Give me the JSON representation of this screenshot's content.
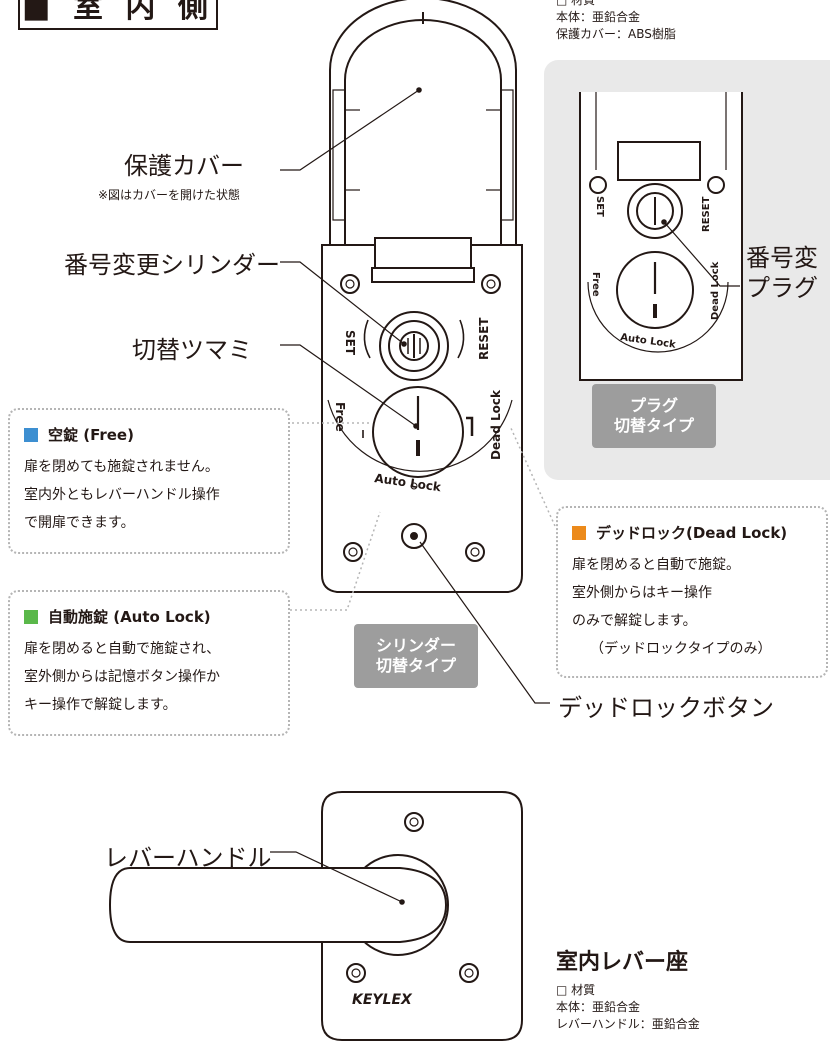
{
  "section_title": "■ 室 内 側",
  "top_material": {
    "lines": [
      "□ 材質",
      "本体：亜鉛合金",
      "保護カバー：ABS樹脂"
    ]
  },
  "labels": {
    "cover": "保護カバー",
    "cover_note": "※図はカバーを開けた状態",
    "cylinder": "番号変更シリンダー",
    "knob": "切替ツマミ",
    "deadlock_button": "デッドロックボタン",
    "lever_handle": "レバーハンドル",
    "plug_cut": "番号変",
    "plug_cut2": "プラグ"
  },
  "lock_marks": {
    "set": "SET",
    "reset": "RESET",
    "free": "Free",
    "auto_lock": "Auto Lock",
    "dead_lock": "Dead Lock",
    "logo": "KEYLEX"
  },
  "tags": {
    "plug": [
      "プラグ",
      "切替タイプ"
    ],
    "cylinder": [
      "シリンダー",
      "切替タイプ"
    ]
  },
  "boxes": {
    "free": {
      "color": "#3d8fd1",
      "title": "空錠 (Free)",
      "lines": [
        "扉を閉めても施錠されません。",
        "室内外ともレバーハンドル操作",
        "で開扉できます。"
      ]
    },
    "auto": {
      "color": "#5ab84a",
      "title": "自動施錠 (Auto Lock)",
      "lines": [
        "扉を閉めると自動で施錠され、",
        "室外側からは記憶ボタン操作か",
        "キー操作で解錠します。"
      ]
    },
    "dead": {
      "color": "#ec8a1b",
      "title": "デッドロック(Dead Lock)",
      "lines": [
        "扉を閉めると自動で施錠。",
        "室外側からはキー操作",
        "のみで解錠します。",
        "（デッドロックタイプのみ）"
      ]
    }
  },
  "lever_plate": {
    "title": "室内レバー座",
    "lines": [
      "□ 材質",
      "本体：亜鉛合金",
      "レバーハンドル：亜鉛合金"
    ]
  }
}
